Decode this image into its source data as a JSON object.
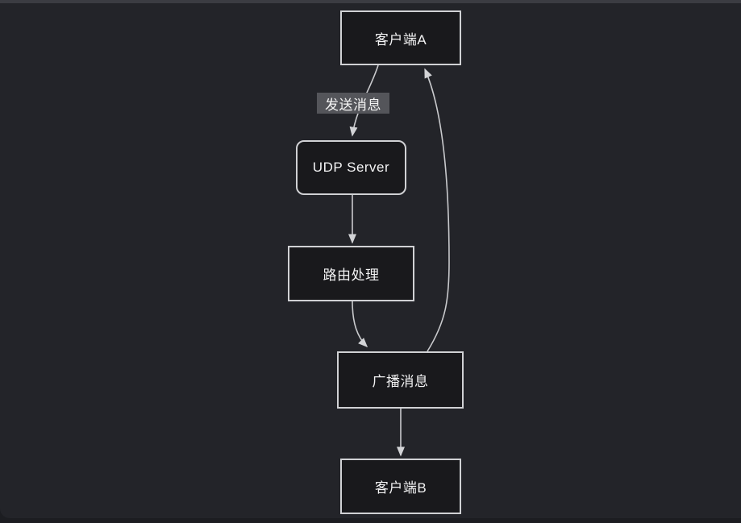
{
  "diagram": {
    "nodes": [
      {
        "id": "client-a",
        "label": "客户端A",
        "shape": "rectangle"
      },
      {
        "id": "udp-server",
        "label": "UDP Server",
        "shape": "rounded-rectangle"
      },
      {
        "id": "route",
        "label": "路由处理",
        "shape": "rectangle"
      },
      {
        "id": "broadcast",
        "label": "广播消息",
        "shape": "rectangle"
      },
      {
        "id": "client-b",
        "label": "客户端B",
        "shape": "rectangle"
      }
    ],
    "edges": [
      {
        "from": "client-a",
        "to": "udp-server",
        "label": "发送消息"
      },
      {
        "from": "udp-server",
        "to": "route",
        "label": ""
      },
      {
        "from": "route",
        "to": "broadcast",
        "label": ""
      },
      {
        "from": "broadcast",
        "to": "client-a",
        "label": ""
      },
      {
        "from": "broadcast",
        "to": "client-b",
        "label": ""
      }
    ],
    "colors": {
      "page_bg": "#1c1d21",
      "top_strip": "#3b3c42",
      "canvas_bg": "#232429",
      "node_fill": "#19191c",
      "node_border": "#d0d1d4",
      "node_text": "#f2f2f3",
      "edge_stroke": "#c9cacd",
      "edge_label_bg": "#54555a",
      "edge_label_text": "#f4f4f4"
    }
  }
}
